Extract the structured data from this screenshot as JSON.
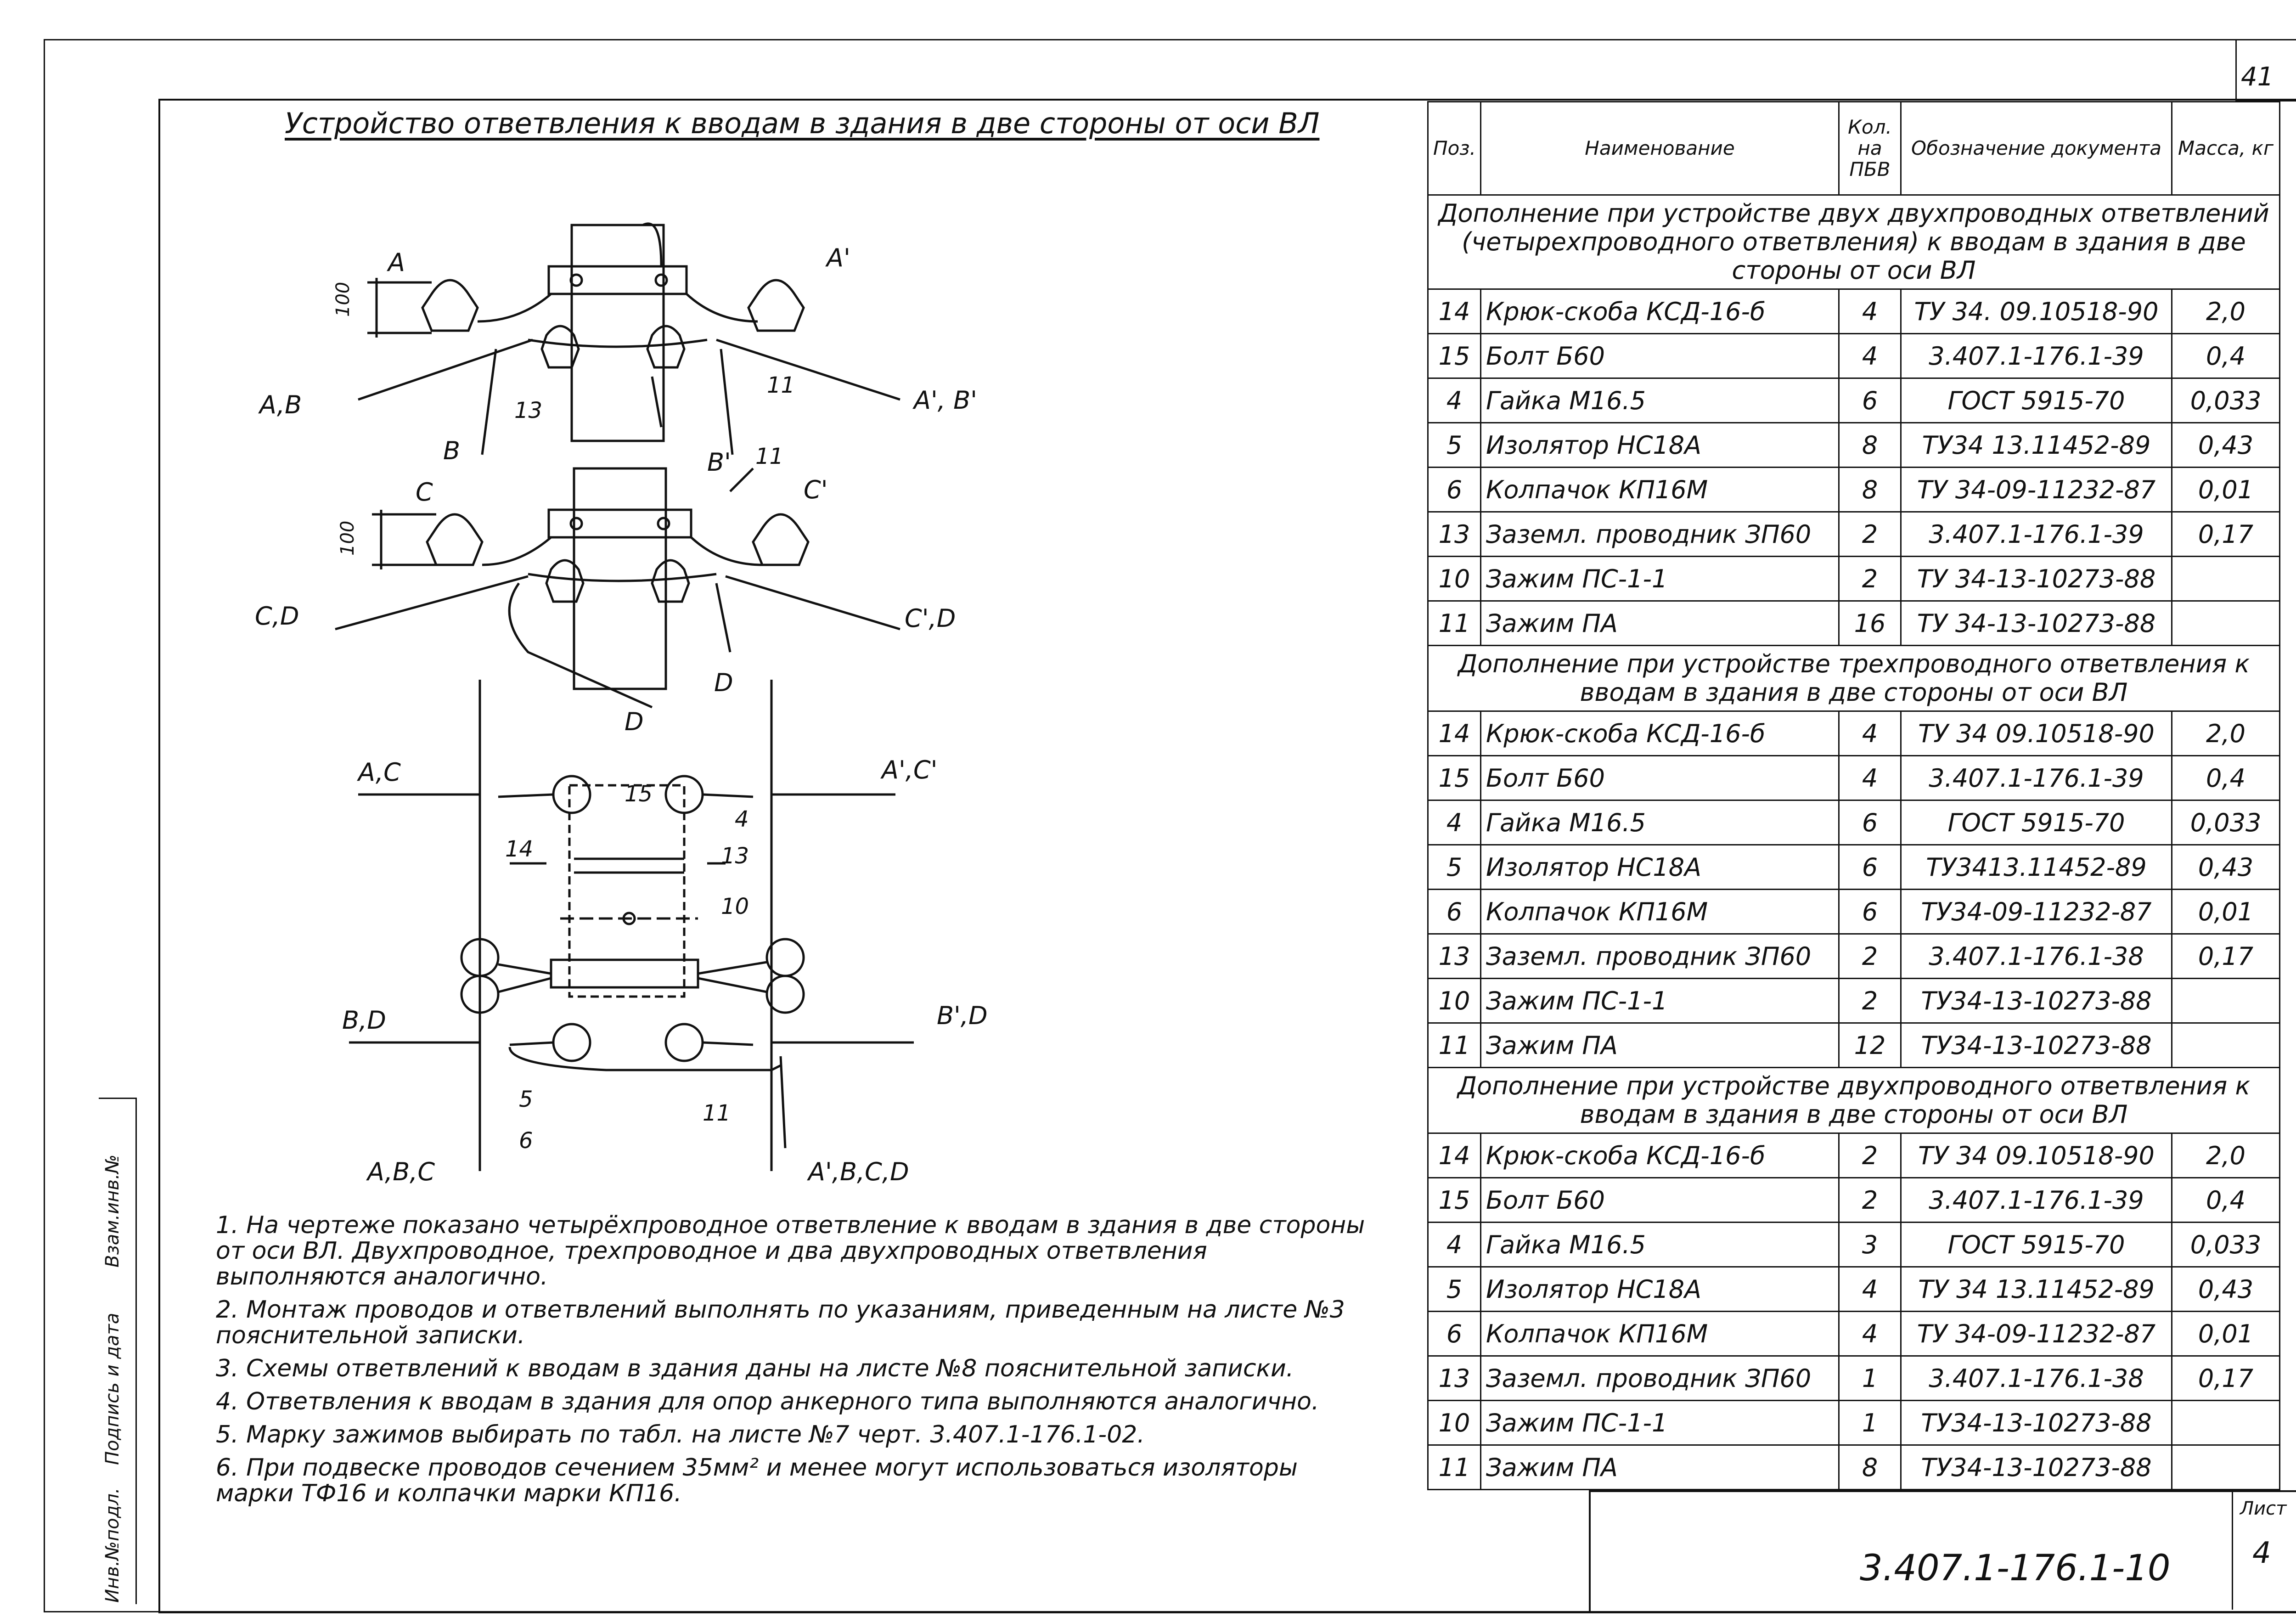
{
  "page_number": "41",
  "title": "Устройство ответвления к вводам в здания в две стороны от оси ВЛ",
  "drawing_labels": {
    "dim_100": "100",
    "A": "A",
    "A_prime": "A'",
    "AB_left": "A,B",
    "AB_right": "A', B'",
    "B": "B",
    "B_prime": "B'",
    "C": "C",
    "C_prime": "C'",
    "CD_left": "C,D",
    "CD_right": "C',D",
    "D": "D",
    "AC_left": "A,C",
    "AC_right": "A',C'",
    "BD_left": "B,D",
    "BD_right": "B',D",
    "ABC_left": "A,B,C",
    "ABCD_right": "A',B,C,D",
    "pos_13": "13",
    "pos_11": "11",
    "pos_14": "14",
    "pos_15": "15",
    "pos_4": "4",
    "pos_10": "10",
    "pos_5": "5",
    "pos_6": "6"
  },
  "table": {
    "headers": {
      "pos": "Поз.",
      "name": "Наименование",
      "qty": "Кол. на ПБВ",
      "doc": "Обозначение документа",
      "mass": "Масса, кг"
    },
    "sections": [
      {
        "heading": "Дополнение при устройстве двух двухпроводных ответвлений (четырехпроводного ответвления) к вводам в здания в две стороны от оси ВЛ",
        "rows": [
          {
            "pos": "14",
            "name": "Крюк-скоба КСД-16-б",
            "qty": "4",
            "doc": "ТУ 34. 09.10518-90",
            "mass": "2,0"
          },
          {
            "pos": "15",
            "name": "Болт Б60",
            "qty": "4",
            "doc": "3.407.1-176.1-39",
            "mass": "0,4"
          },
          {
            "pos": "4",
            "name": "Гайка М16.5",
            "qty": "6",
            "doc": "ГОСТ 5915-70",
            "mass": "0,033"
          },
          {
            "pos": "5",
            "name": "Изолятор НС18А",
            "qty": "8",
            "doc": "ТУ34 13.11452-89",
            "mass": "0,43"
          },
          {
            "pos": "6",
            "name": "Колпачок КП16М",
            "qty": "8",
            "doc": "ТУ 34-09-11232-87",
            "mass": "0,01"
          },
          {
            "pos": "13",
            "name": "Заземл. проводник ЗП60",
            "qty": "2",
            "doc": "3.407.1-176.1-39",
            "mass": "0,17"
          },
          {
            "pos": "10",
            "name": "Зажим ПС-1-1",
            "qty": "2",
            "doc": "ТУ 34-13-10273-88",
            "mass": ""
          },
          {
            "pos": "11",
            "name": "Зажим ПА",
            "qty": "16",
            "doc": "ТУ 34-13-10273-88",
            "mass": ""
          }
        ]
      },
      {
        "heading": "Дополнение при устройстве трехпроводного ответвления к вводам в здания в две стороны от оси ВЛ",
        "rows": [
          {
            "pos": "14",
            "name": "Крюк-скоба КСД-16-б",
            "qty": "4",
            "doc": "ТУ 34 09.10518-90",
            "mass": "2,0"
          },
          {
            "pos": "15",
            "name": "Болт Б60",
            "qty": "4",
            "doc": "3.407.1-176.1-39",
            "mass": "0,4"
          },
          {
            "pos": "4",
            "name": "Гайка М16.5",
            "qty": "6",
            "doc": "ГОСТ 5915-70",
            "mass": "0,033"
          },
          {
            "pos": "5",
            "name": "Изолятор НС18А",
            "qty": "6",
            "doc": "ТУ3413.11452-89",
            "mass": "0,43"
          },
          {
            "pos": "6",
            "name": "Колпачок КП16М",
            "qty": "6",
            "doc": "ТУ34-09-11232-87",
            "mass": "0,01"
          },
          {
            "pos": "13",
            "name": "Заземл. проводник ЗП60",
            "qty": "2",
            "doc": "3.407.1-176.1-38",
            "mass": "0,17"
          },
          {
            "pos": "10",
            "name": "Зажим ПС-1-1",
            "qty": "2",
            "doc": "ТУ34-13-10273-88",
            "mass": ""
          },
          {
            "pos": "11",
            "name": "Зажим ПА",
            "qty": "12",
            "doc": "ТУ34-13-10273-88",
            "mass": ""
          }
        ]
      },
      {
        "heading": "Дополнение при устройстве двухпроводного ответвления к вводам в здания в две стороны от оси ВЛ",
        "rows": [
          {
            "pos": "14",
            "name": "Крюк-скоба КСД-16-б",
            "qty": "2",
            "doc": "ТУ 34 09.10518-90",
            "mass": "2,0"
          },
          {
            "pos": "15",
            "name": "Болт Б60",
            "qty": "2",
            "doc": "3.407.1-176.1-39",
            "mass": "0,4"
          },
          {
            "pos": "4",
            "name": "Гайка М16.5",
            "qty": "3",
            "doc": "ГОСТ 5915-70",
            "mass": "0,033"
          },
          {
            "pos": "5",
            "name": "Изолятор НС18А",
            "qty": "4",
            "doc": "ТУ 34 13.11452-89",
            "mass": "0,43"
          },
          {
            "pos": "6",
            "name": "Колпачок КП16М",
            "qty": "4",
            "doc": "ТУ 34-09-11232-87",
            "mass": "0,01"
          },
          {
            "pos": "13",
            "name": "Заземл. проводник ЗП60",
            "qty": "1",
            "doc": "3.407.1-176.1-38",
            "mass": "0,17"
          },
          {
            "pos": "10",
            "name": "Зажим ПС-1-1",
            "qty": "1",
            "doc": "ТУ34-13-10273-88",
            "mass": ""
          },
          {
            "pos": "11",
            "name": "Зажим ПА",
            "qty": "8",
            "doc": "ТУ34-13-10273-88",
            "mass": ""
          }
        ]
      }
    ]
  },
  "notes": [
    "1. На чертеже показано четырёхпроводное ответвление к вводам в здания в две стороны от оси ВЛ. Двухпроводное, трехпроводное и два двухпроводных ответвления выполняются аналогично.",
    "2. Монтаж проводов и ответвлений выполнять по указаниям, приведенным на листе №3 пояснительной записки.",
    "3. Схемы ответвлений к вводам в здания даны на листе №8 пояснительной записки.",
    "4. Ответвления к вводам в здания для опор анкерного типа выполняются аналогично.",
    "5. Марку зажимов выбирать по табл. на листе №7 черт. 3.407.1-176.1-02.",
    "6. При подвеске проводов сечением 35мм² и менее могут использоваться изоляторы марки ТФ16 и колпачки марки КП16."
  ],
  "side_stamp": [
    "Инв.№подл.",
    "Подпись и дата",
    "Взам.инв.№"
  ],
  "stamp": {
    "code": "3.407.1-176.1-10",
    "sheet_label": "Лист",
    "sheet_value": "4"
  }
}
